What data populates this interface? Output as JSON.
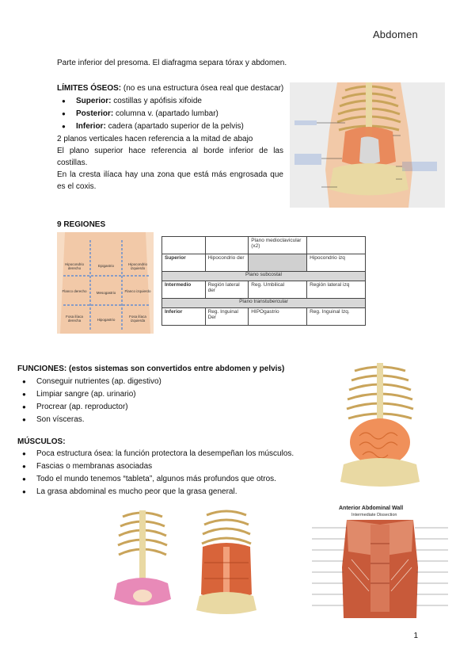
{
  "header": {
    "title": "Abdomen"
  },
  "intro": "Parte inferior del presoma. El diafragma separa tórax y abdomen.",
  "limites": {
    "heading": "LÍMITES ÓSEOS:",
    "heading_note": "(no es una estructura ósea real que destacar)",
    "items": [
      {
        "term": "Superior:",
        "text": "costillas y apófisis xifoide"
      },
      {
        "term": "Posterior:",
        "text": "columna v. (apartado lumbar)"
      },
      {
        "term": "Inferior:",
        "text": "cadera (apartado superior de la pelvis)"
      }
    ],
    "p1": "2 planos verticales hacen referencia a la mitad de abajo",
    "p2": "El plano superior hace referencia al borde inferior de las costillas.",
    "p3": "En la cresta ilíaca hay una zona que está más engrosada que es el coxis."
  },
  "regiones": {
    "heading": "9 REGIONES",
    "figure_labels": [
      "Hipocondrio derecho",
      "Epigastrio",
      "Hipocondrio izquierdo",
      "Flanco derecho",
      "Mesogastrio",
      "Flanco izquierdo",
      "Fosa ilíaca derecha",
      "Hipogastrio",
      "Fosa ilíaca izquierda"
    ],
    "table": {
      "plano_mcl": "Plano medioclavicular (x2)",
      "superior": "Superior",
      "hipocondrio_der": "Hipocondrio der",
      "hipocondrio_izq": "Hipocondrio izq",
      "plano_subcostal": "Plano subcostal",
      "intermedio": "Intermedio",
      "region_lat_der": "Región lateral der",
      "reg_umbilical": "Reg. Umbilical",
      "region_lat_izq": "Región lateral izq",
      "plano_trans": "Plano transtubercular",
      "inferior": "Inferior",
      "reg_inguinal_der": "Reg. Inguinal Der",
      "hipogastrio": "HIPOgastrio",
      "reg_inguinal_izq": "Reg. Inguinal Izq."
    }
  },
  "funciones": {
    "heading": "FUNCIONES:",
    "heading_note": "(estos sistemas son convertidos entre abdomen y pelvis)",
    "items": [
      "Conseguir nutrientes (ap. digestivo)",
      "Limpiar sangre (ap. urinario)",
      "Procrear (ap. reproductor)",
      "Son vísceras."
    ]
  },
  "musculos": {
    "heading": "MÚSCULOS:",
    "items": [
      "Poca estructura ósea: la función protectora la desempeñan los músculos.",
      "Fascias o membranas asociadas",
      "Todo el mundo tenemos “tableta”, algunos más profundos que otros.",
      "La grasa abdominal es mucho peor que la grasa general."
    ]
  },
  "figures": {
    "anterior_wall_title": "Anterior Abdominal Wall",
    "anterior_wall_subtitle": "Intermediate Dissection"
  },
  "page_number": "1",
  "colors": {
    "bone": "#e9d9a3",
    "muscle": "#d8643a",
    "intestine": "#f0905a",
    "skin": "#f2c9a8",
    "pelvis_pink": "#e88ab8",
    "blue_label": "#2b64c8"
  }
}
